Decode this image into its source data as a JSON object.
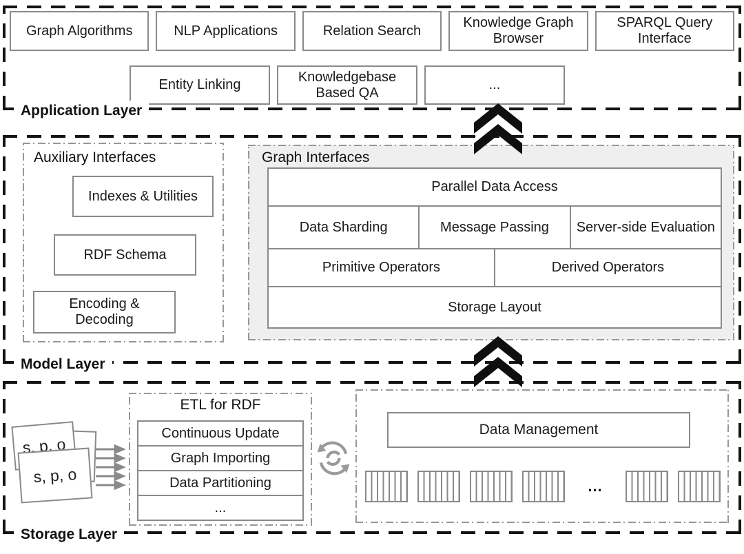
{
  "application_layer": {
    "label": "Application Layer",
    "boxes_row1": [
      "Graph Algorithms",
      "NLP Applications",
      "Relation Search",
      "Knowledge Graph Browser",
      "SPARQL Query Interface"
    ],
    "boxes_row2": [
      "Entity Linking",
      "Knowledgebase Based QA",
      "..."
    ]
  },
  "model_layer": {
    "label": "Model Layer",
    "auxiliary": {
      "title": "Auxiliary Interfaces",
      "items": [
        "Indexes & Utilities",
        "RDF Schema",
        "Encoding & Decoding"
      ]
    },
    "graph_interfaces": {
      "title": "Graph Interfaces",
      "row1": "Parallel Data Access",
      "row2": [
        "Data Sharding",
        "Message Passing",
        "Server-side Evaluation"
      ],
      "row3": [
        "Primitive Operators",
        "Derived Operators"
      ],
      "row4": "Storage Layout"
    }
  },
  "storage_layer": {
    "label": "Storage Layer",
    "triple_docs": [
      "s, p, o",
      "s, p, o"
    ],
    "etl": {
      "title": "ETL for RDF",
      "rows": [
        "Continuous Update",
        "Graph Importing",
        "Data Partitioning",
        "..."
      ]
    },
    "data_management": {
      "title": "Data Management",
      "ellipsis": "..."
    }
  },
  "icons": {
    "up_arrows": "double-chevron-up",
    "sync": "sync-cycle",
    "input_arrows": "five-right-arrows"
  },
  "colors": {
    "layer_border": "#141414",
    "box_border": "#8a8a8a",
    "dashdot_border": "#979797",
    "graph_interfaces_bg": "#efefef",
    "text": "#1a1a1a"
  }
}
